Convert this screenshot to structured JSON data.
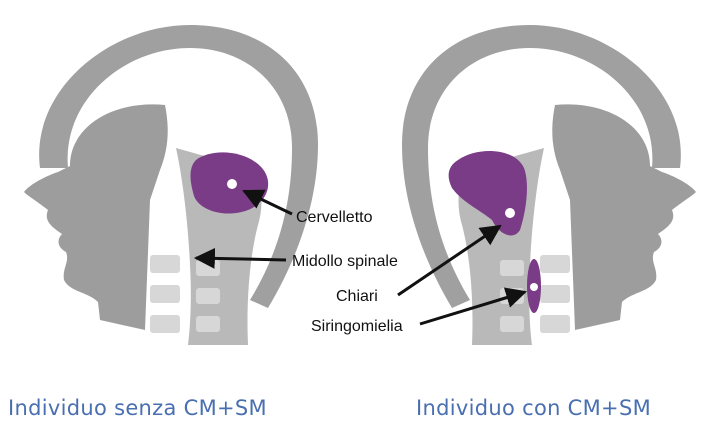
{
  "colors": {
    "skull_gray": "#a0a0a0",
    "head_gray": "#9d9d9d",
    "spine_gray": "#b9b9b9",
    "vertebra_gray": "#d7d7d7",
    "purple": "#7a3c86",
    "caption_blue": "#4a6fb0",
    "arrow": "#111111"
  },
  "labels": {
    "cerebellum": "Cervelletto",
    "spinal_cord": "Midollo spinale",
    "chiari": "Chiari",
    "syringomyelia": "Siringomielia"
  },
  "captions": {
    "left": "Individuo senza CM+SM",
    "right": "Individuo con CM+SM"
  }
}
